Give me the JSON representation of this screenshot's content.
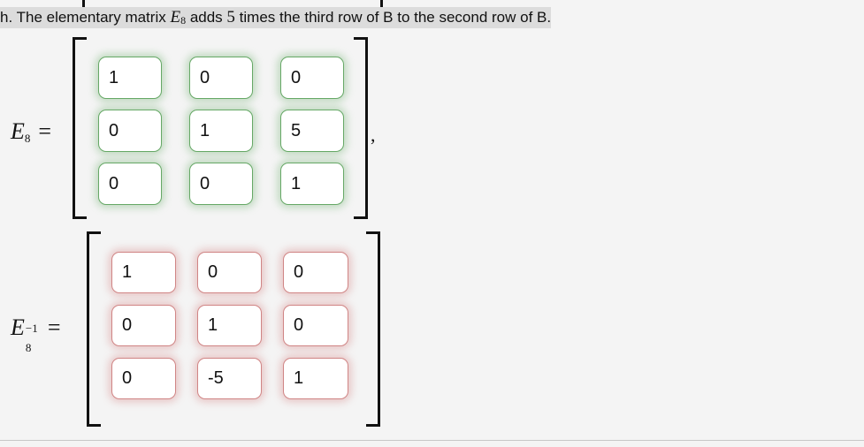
{
  "page": {
    "background_color": "#f4f4f4",
    "highlight_color": "#dcdcdc"
  },
  "prompt": {
    "marker": "h.",
    "text_before_var": "The elementary matrix",
    "variable": "E",
    "variable_subscript": "8",
    "text_after_var": "adds",
    "scalar": "5",
    "text_tail": "times the third row of B to the second row of B."
  },
  "matrices": [
    {
      "id": "E8",
      "label_base": "E",
      "label_subscript": "8",
      "label_superscript": "",
      "equals": "=",
      "accent_color": "#66a866",
      "state": "correct",
      "trailing_punctuation": ",",
      "rows": [
        [
          "1",
          "0",
          "0"
        ],
        [
          "0",
          "1",
          "5"
        ],
        [
          "0",
          "0",
          "1"
        ]
      ]
    },
    {
      "id": "E8-inverse",
      "label_base": "E",
      "label_subscript": "8",
      "label_superscript": "−1",
      "equals": "=",
      "accent_color": "#d08585",
      "state": "incorrect",
      "trailing_punctuation": "",
      "rows": [
        [
          "1",
          "0",
          "0"
        ],
        [
          "0",
          "1",
          "0"
        ],
        [
          "0",
          "-5",
          "1"
        ]
      ]
    }
  ]
}
